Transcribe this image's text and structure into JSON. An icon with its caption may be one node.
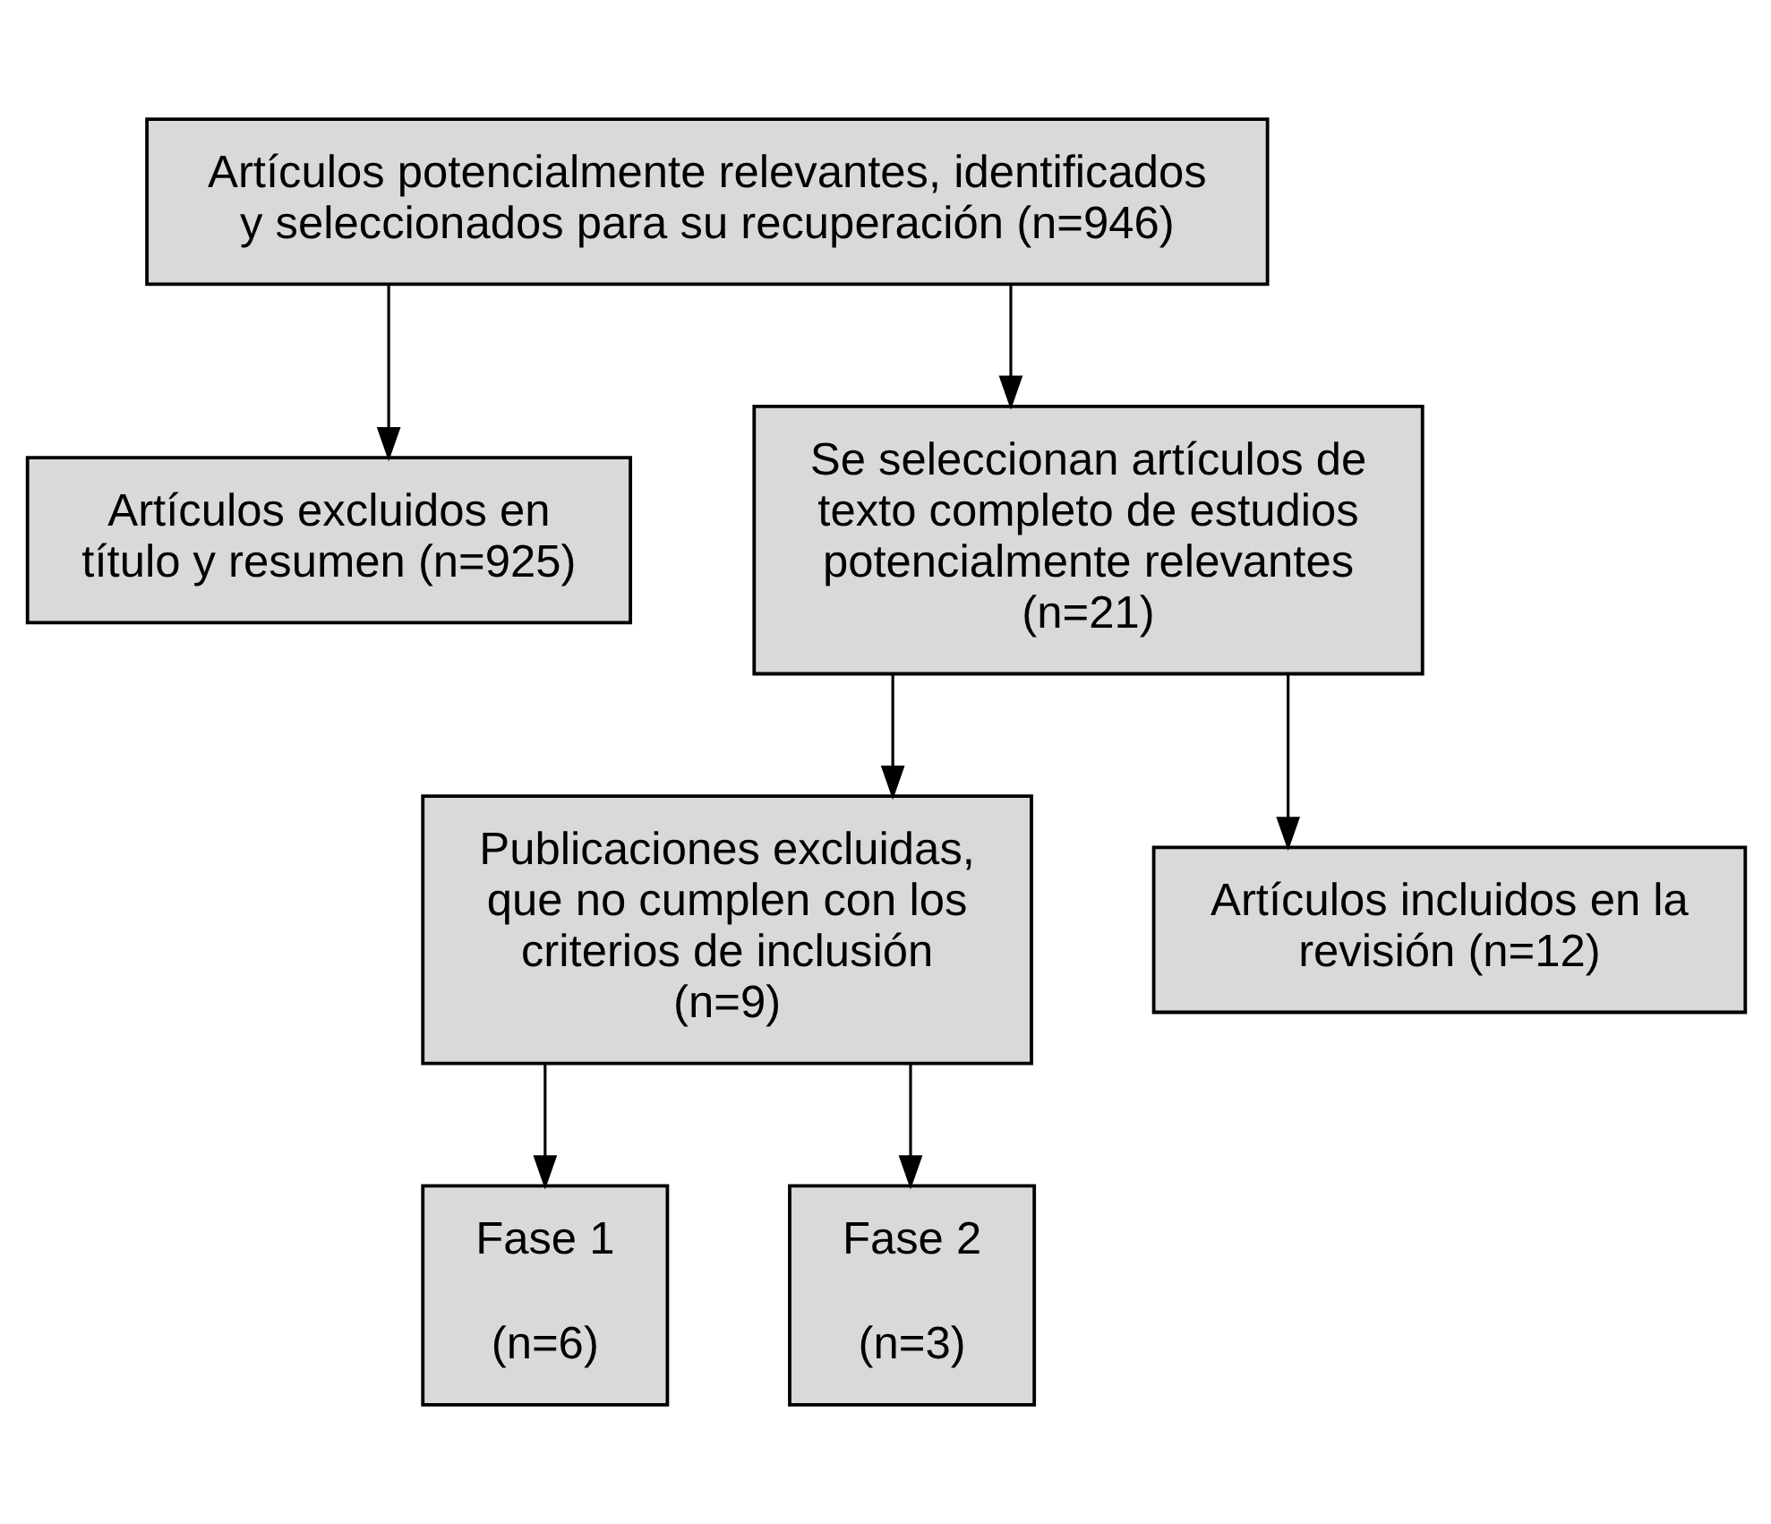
{
  "diagram": {
    "nodes": [
      {
        "text": [
          "Artículos potencialmente relevantes, identificados y seleccionados para su recuperación (n=946)"
        ]
      },
      {
        "text": [
          "Artículos excluidos en título y resumen (n=925)"
        ]
      },
      {
        "text": [
          "Se seleccionan artículos de texto completo de estudios potencialmente relevantes (n=21)"
        ]
      },
      {
        "text": [
          "Publicaciones excluidas, que no cumplen con los criterios de inclusión (n=9)"
        ]
      },
      {
        "text": [
          "Artículos incluidos en la revisión (n=12)"
        ]
      },
      {
        "text": [
          "Fase 1",
          "(n=6)"
        ]
      },
      {
        "text": [
          "Fase 2",
          "(n=3)"
        ]
      }
    ],
    "edges": [
      {
        "from": 0,
        "to": 2,
        "arrow": "to"
      },
      {
        "from": 0,
        "to": 1,
        "arrow": "to"
      },
      {
        "from": 2,
        "to": 4,
        "arrow": "to"
      },
      {
        "from": 2,
        "to": 3,
        "arrow": "to"
      },
      {
        "from": 3,
        "to": 5,
        "arrow": "to"
      },
      {
        "from": 3,
        "to": 6,
        "arrow": "to"
      }
    ]
  }
}
